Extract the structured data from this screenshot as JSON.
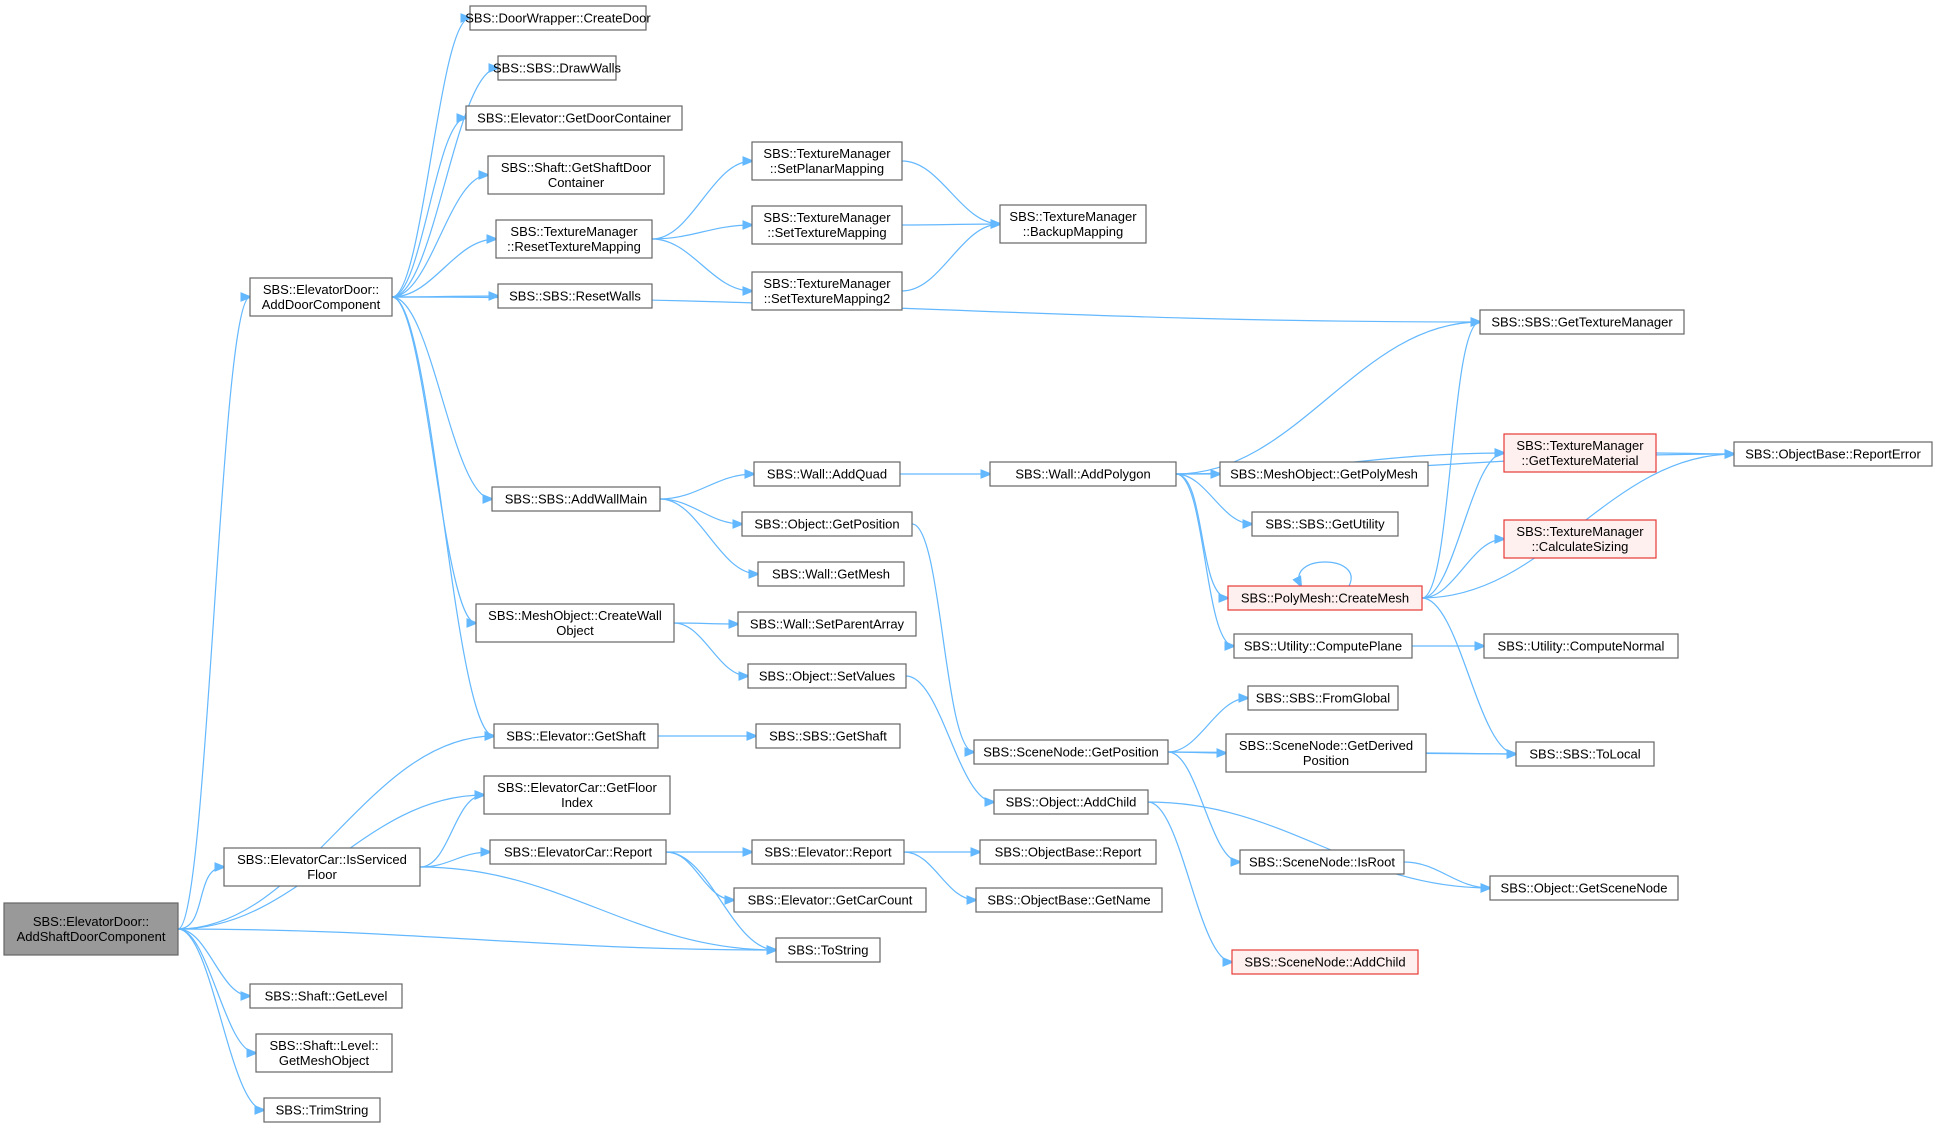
{
  "colors": {
    "edge": "#63b8ff",
    "node_border": "#666666",
    "root_fill": "#999999",
    "truncated_border": "#e53935"
  },
  "nodes": [
    {
      "id": "n0",
      "lines": [
        "SBS::ElevatorDoor::",
        "AddShaftDoorComponent"
      ],
      "style": "root"
    },
    {
      "id": "n1",
      "lines": [
        "SBS::ElevatorDoor::",
        "AddDoorComponent"
      ]
    },
    {
      "id": "n2",
      "lines": [
        "SBS::DoorWrapper::CreateDoor"
      ]
    },
    {
      "id": "n3",
      "lines": [
        "SBS::SBS::DrawWalls"
      ]
    },
    {
      "id": "n4",
      "lines": [
        "SBS::Elevator::GetDoorContainer"
      ]
    },
    {
      "id": "n5",
      "lines": [
        "SBS::Shaft::GetShaftDoor",
        "Container"
      ]
    },
    {
      "id": "n6",
      "lines": [
        "SBS::TextureManager",
        "::ResetTextureMapping"
      ]
    },
    {
      "id": "n7",
      "lines": [
        "SBS::SBS::ResetWalls"
      ]
    },
    {
      "id": "n8",
      "lines": [
        "SBS::TextureManager",
        "::SetPlanarMapping"
      ]
    },
    {
      "id": "n9",
      "lines": [
        "SBS::TextureManager",
        "::SetTextureMapping"
      ]
    },
    {
      "id": "n10",
      "lines": [
        "SBS::TextureManager",
        "::SetTextureMapping2"
      ]
    },
    {
      "id": "n11",
      "lines": [
        "SBS::TextureManager",
        "::BackupMapping"
      ]
    },
    {
      "id": "n12",
      "lines": [
        "SBS::SBS::GetTextureManager"
      ]
    },
    {
      "id": "n13",
      "lines": [
        "SBS::SBS::AddWallMain"
      ]
    },
    {
      "id": "n14",
      "lines": [
        "SBS::Wall::AddQuad"
      ]
    },
    {
      "id": "n15",
      "lines": [
        "SBS::Object::GetPosition"
      ]
    },
    {
      "id": "n16",
      "lines": [
        "SBS::Wall::GetMesh"
      ]
    },
    {
      "id": "n17",
      "lines": [
        "SBS::Wall::AddPolygon"
      ]
    },
    {
      "id": "n18",
      "lines": [
        "SBS::MeshObject::GetPolyMesh"
      ]
    },
    {
      "id": "n19",
      "lines": [
        "SBS::SBS::GetUtility"
      ]
    },
    {
      "id": "n20",
      "lines": [
        "SBS::TextureManager",
        "::GetTextureMaterial"
      ],
      "style": "trunc"
    },
    {
      "id": "n21",
      "lines": [
        "SBS::ObjectBase::ReportError"
      ]
    },
    {
      "id": "n22",
      "lines": [
        "SBS::TextureManager",
        "::CalculateSizing"
      ],
      "style": "trunc"
    },
    {
      "id": "n23",
      "lines": [
        "SBS::PolyMesh::CreateMesh"
      ],
      "style": "trunc"
    },
    {
      "id": "n24",
      "lines": [
        "SBS::Utility::ComputePlane"
      ]
    },
    {
      "id": "n25",
      "lines": [
        "SBS::Utility::ComputeNormal"
      ]
    },
    {
      "id": "n26",
      "lines": [
        "SBS::MeshObject::CreateWall",
        "Object"
      ]
    },
    {
      "id": "n27",
      "lines": [
        "SBS::Wall::SetParentArray"
      ]
    },
    {
      "id": "n28",
      "lines": [
        "SBS::Object::SetValues"
      ]
    },
    {
      "id": "n29",
      "lines": [
        "SBS::SceneNode::GetPosition"
      ]
    },
    {
      "id": "n30",
      "lines": [
        "SBS::SBS::FromGlobal"
      ]
    },
    {
      "id": "n31",
      "lines": [
        "SBS::SceneNode::GetDerived",
        "Position"
      ]
    },
    {
      "id": "n32",
      "lines": [
        "SBS::SBS::ToLocal"
      ]
    },
    {
      "id": "n33",
      "lines": [
        "SBS::Elevator::GetShaft"
      ]
    },
    {
      "id": "n34",
      "lines": [
        "SBS::SBS::GetShaft"
      ]
    },
    {
      "id": "n35",
      "lines": [
        "SBS::ElevatorCar::GetFloor",
        "Index"
      ]
    },
    {
      "id": "n36",
      "lines": [
        "SBS::Object::AddChild"
      ]
    },
    {
      "id": "n37",
      "lines": [
        "SBS::SceneNode::IsRoot"
      ]
    },
    {
      "id": "n38",
      "lines": [
        "SBS::Object::GetSceneNode"
      ]
    },
    {
      "id": "n39",
      "lines": [
        "SBS::SceneNode::AddChild"
      ],
      "style": "trunc"
    },
    {
      "id": "n40",
      "lines": [
        "SBS::ElevatorCar::IsServiced",
        "Floor"
      ]
    },
    {
      "id": "n41",
      "lines": [
        "SBS::ElevatorCar::Report"
      ]
    },
    {
      "id": "n42",
      "lines": [
        "SBS::Elevator::Report"
      ]
    },
    {
      "id": "n43",
      "lines": [
        "SBS::ObjectBase::Report"
      ]
    },
    {
      "id": "n44",
      "lines": [
        "SBS::ObjectBase::GetName"
      ]
    },
    {
      "id": "n45",
      "lines": [
        "SBS::Elevator::GetCarCount"
      ]
    },
    {
      "id": "n46",
      "lines": [
        "SBS::ToString"
      ]
    },
    {
      "id": "n47",
      "lines": [
        "SBS::Shaft::GetLevel"
      ]
    },
    {
      "id": "n48",
      "lines": [
        "SBS::Shaft::Level::",
        "GetMeshObject"
      ]
    },
    {
      "id": "n49",
      "lines": [
        "SBS::TrimString"
      ]
    }
  ],
  "edges": [
    [
      "n0",
      "n1"
    ],
    [
      "n0",
      "n33"
    ],
    [
      "n0",
      "n35"
    ],
    [
      "n0",
      "n40"
    ],
    [
      "n0",
      "n46"
    ],
    [
      "n0",
      "n47"
    ],
    [
      "n0",
      "n48"
    ],
    [
      "n0",
      "n49"
    ],
    [
      "n1",
      "n2"
    ],
    [
      "n1",
      "n3"
    ],
    [
      "n1",
      "n4"
    ],
    [
      "n1",
      "n5"
    ],
    [
      "n1",
      "n6"
    ],
    [
      "n1",
      "n7"
    ],
    [
      "n1",
      "n12"
    ],
    [
      "n1",
      "n13"
    ],
    [
      "n1",
      "n26"
    ],
    [
      "n1",
      "n33"
    ],
    [
      "n6",
      "n8"
    ],
    [
      "n6",
      "n9"
    ],
    [
      "n6",
      "n10"
    ],
    [
      "n8",
      "n11"
    ],
    [
      "n9",
      "n11"
    ],
    [
      "n10",
      "n11"
    ],
    [
      "n13",
      "n14"
    ],
    [
      "n13",
      "n15"
    ],
    [
      "n13",
      "n16"
    ],
    [
      "n14",
      "n17"
    ],
    [
      "n15",
      "n29"
    ],
    [
      "n17",
      "n12"
    ],
    [
      "n17",
      "n21"
    ],
    [
      "n17",
      "n20"
    ],
    [
      "n17",
      "n18"
    ],
    [
      "n17",
      "n19"
    ],
    [
      "n17",
      "n23"
    ],
    [
      "n17",
      "n24"
    ],
    [
      "n20",
      "n21"
    ],
    [
      "n23",
      "n23"
    ],
    [
      "n23",
      "n12"
    ],
    [
      "n23",
      "n20"
    ],
    [
      "n23",
      "n22"
    ],
    [
      "n23",
      "n21"
    ],
    [
      "n23",
      "n32"
    ],
    [
      "n24",
      "n25"
    ],
    [
      "n26",
      "n27"
    ],
    [
      "n26",
      "n28"
    ],
    [
      "n28",
      "n36"
    ],
    [
      "n29",
      "n30"
    ],
    [
      "n29",
      "n31"
    ],
    [
      "n29",
      "n32"
    ],
    [
      "n29",
      "n37"
    ],
    [
      "n31",
      "n32"
    ],
    [
      "n33",
      "n34"
    ],
    [
      "n36",
      "n38"
    ],
    [
      "n36",
      "n39"
    ],
    [
      "n37",
      "n38"
    ],
    [
      "n40",
      "n35"
    ],
    [
      "n40",
      "n41"
    ],
    [
      "n40",
      "n46"
    ],
    [
      "n41",
      "n42"
    ],
    [
      "n41",
      "n45"
    ],
    [
      "n41",
      "n46"
    ],
    [
      "n42",
      "n43"
    ],
    [
      "n42",
      "n44"
    ]
  ]
}
